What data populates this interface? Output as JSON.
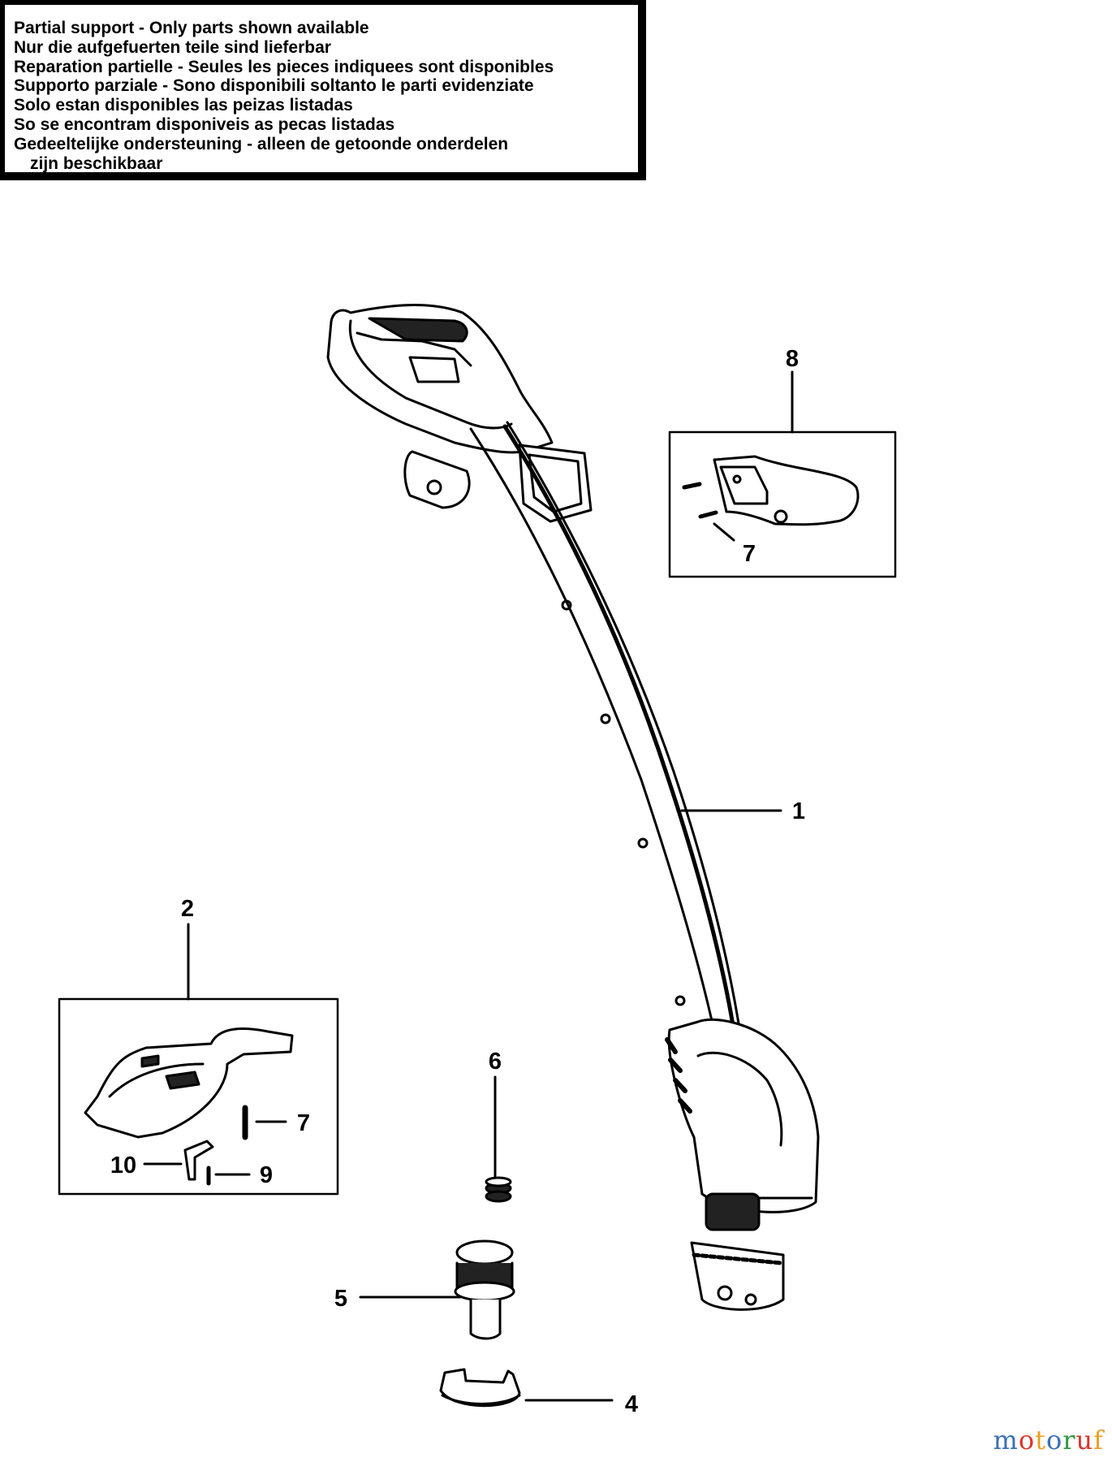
{
  "notice": {
    "lines": [
      "Partial support - Only parts shown available",
      "Nur die aufgefuerten teile sind lieferbar",
      "Reparation partielle - Seules les pieces indiquees sont disponibles",
      "Supporto parziale - Sono disponibili soltanto le parti evidenziate",
      "Solo estan disponibles las peizas listadas",
      "So se encontram disponiveis as pecas listadas",
      "Gedeeltelijke ondersteuning - alleen de getoonde onderdelen",
      "zijn beschikbaar"
    ]
  },
  "callouts": {
    "c1": "1",
    "c2": "2",
    "c4": "4",
    "c5": "5",
    "c6": "6",
    "c7a": "7",
    "c7b": "7",
    "c8": "8",
    "c9": "9",
    "c10": "10"
  },
  "watermark": {
    "letters": [
      "m",
      "o",
      "t",
      "o",
      "r",
      "u",
      "f"
    ],
    "colors": [
      "#3a6fb5",
      "#d8372c",
      "#e8a020",
      "#3a6fb5",
      "#2f9a3e",
      "#d8372c",
      "#e8a020"
    ]
  }
}
